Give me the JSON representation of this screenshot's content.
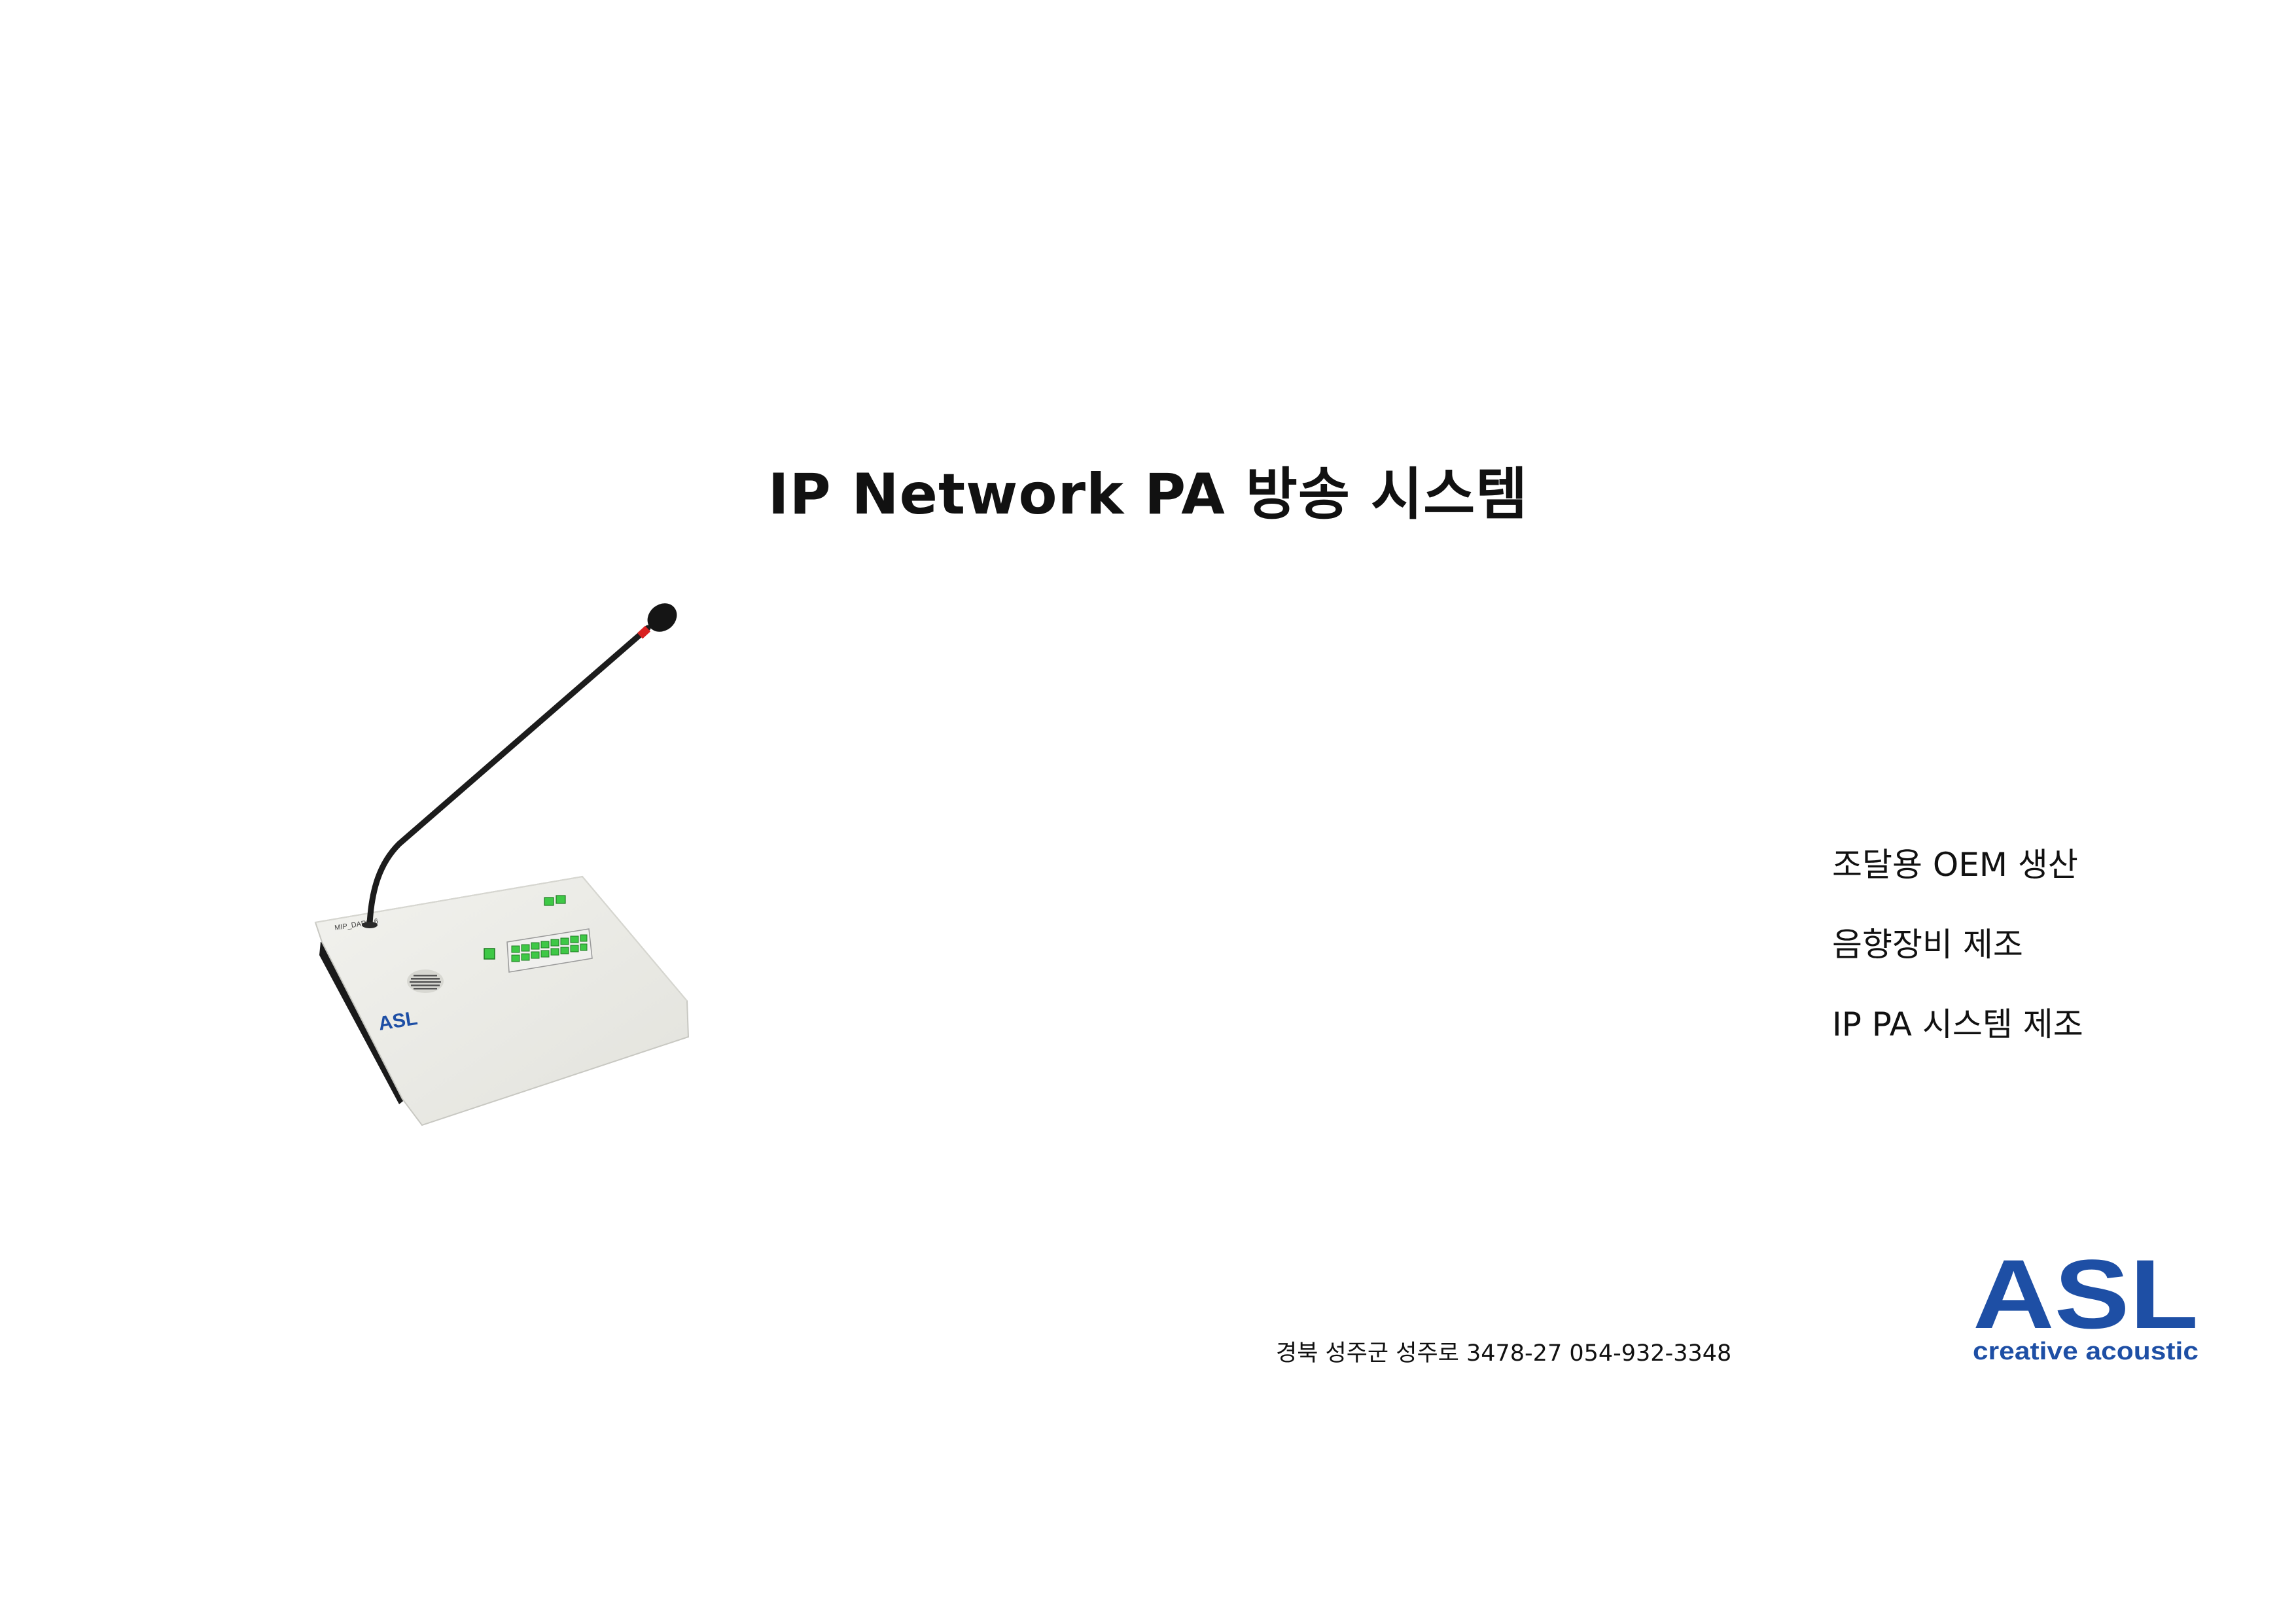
{
  "title": "IP Network PA 방송 시스템",
  "features": [
    "조달용 OEM 생산",
    "음향장비 제조",
    "IP PA 시스템 제조"
  ],
  "address": "경북 성주군 성주로 3478-27 054-932-3348",
  "logo": {
    "brand": "ASL",
    "tagline": "creative acoustic",
    "color": "#1e4fa5"
  },
  "product_image": {
    "model_label": "MIP_DAR816",
    "brand": "ASL"
  }
}
